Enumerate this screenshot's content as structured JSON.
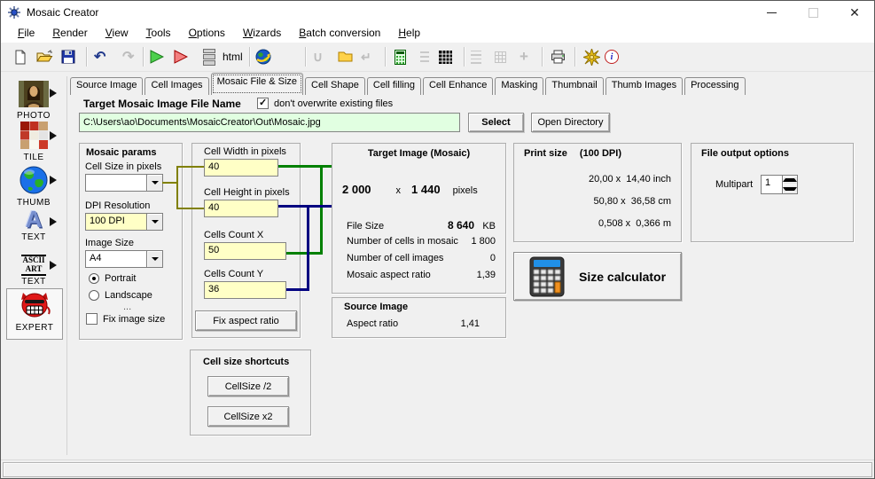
{
  "window": {
    "title": "Mosaic Creator"
  },
  "menu": {
    "items": [
      {
        "accel": "F",
        "rest": "ile"
      },
      {
        "accel": "R",
        "rest": "ender"
      },
      {
        "accel": "V",
        "rest": "iew"
      },
      {
        "accel": "T",
        "rest": "ools"
      },
      {
        "accel": "O",
        "rest": "ptions"
      },
      {
        "accel": "W",
        "rest": "izards"
      },
      {
        "accel": "B",
        "rest": "atch conversion"
      },
      {
        "accel": "H",
        "rest": "elp"
      }
    ]
  },
  "toolbar": {
    "icons": [
      "new",
      "open",
      "save",
      "undo",
      "redo",
      "render-preview",
      "render",
      "cell-stack",
      "html",
      "browser",
      "mosaic-grid",
      "curve-disabled",
      "folder",
      "return-disabled",
      "calculator",
      "list-disabled",
      "grid-black",
      "lines-disabled",
      "grid-disabled",
      "crosshair-disabled",
      "print",
      "settings",
      "about"
    ],
    "html_label": "html"
  },
  "tabs": {
    "items": [
      "Source Image",
      "Cell Images",
      "Mosaic File & Size",
      "Cell Shape",
      "Cell filling",
      "Cell Enhance",
      "Masking",
      "Thumbnail",
      "Thumb Images",
      "Processing"
    ],
    "active": "Mosaic File & Size"
  },
  "sidebar": {
    "items": [
      {
        "label": "PHOTO"
      },
      {
        "label": "TILE"
      },
      {
        "label": "THUMB"
      },
      {
        "label": "TEXT"
      },
      {
        "label": "TEXT",
        "icon_line1": "ASCII",
        "icon_line2": "ART"
      },
      {
        "label": "EXPERT"
      }
    ]
  },
  "file_section": {
    "label": "Target Mosaic Image File Name",
    "checkbox_label": "don't overwrite existing files",
    "checkbox_checked": true,
    "path": "C:\\Users\\ao\\Documents\\MosaicCreator\\Out\\Mosaic.jpg",
    "select_label": "Select",
    "open_directory_label": "Open Directory"
  },
  "mosaic_params": {
    "title": "Mosaic params",
    "cell_size_label": "Cell Size in pixels",
    "cell_size_value": "",
    "dpi_label": "DPI Resolution",
    "dpi_value": "100 DPI",
    "image_size_label": "Image Size",
    "image_size_value": "A4",
    "portrait_label": "Portrait",
    "landscape_label": "Landscape",
    "orientation_selected": "Portrait",
    "dots": "...",
    "fix_image_size_label": "Fix image size",
    "fix_image_size_checked": false
  },
  "cell_panel": {
    "cell_width_label": "Cell Width in pixels",
    "cell_width": "40",
    "cell_height_label": "Cell Height in pixels",
    "cell_height": "40",
    "cells_count_x_label": "Cells Count X",
    "cells_count_x": "50",
    "cells_count_y_label": "Cells Count Y",
    "cells_count_y": "36",
    "fix_aspect_label": "Fix aspect ratio"
  },
  "cell_shortcuts": {
    "title": "Cell size shortcuts",
    "half_label": "CellSize /2",
    "double_label": "CellSize x2"
  },
  "target_image": {
    "title": "Target Image (Mosaic)",
    "width": "2 000",
    "times": "x",
    "height": "1 440",
    "unit": "pixels",
    "rows": [
      {
        "label": "File Size",
        "value": "8 640",
        "unit": "KB"
      },
      {
        "label": "Number of cells in mosaic",
        "value": "1 800"
      },
      {
        "label": "Number of cell images",
        "value": "0"
      },
      {
        "label": "Mosaic aspect ratio",
        "value": "1,39"
      }
    ]
  },
  "source_image": {
    "title": "Source Image",
    "label": "Aspect ratio",
    "value": "1,41"
  },
  "print_size": {
    "title": "Print size",
    "dpi": "(100 DPI)",
    "lines": [
      "20,00 x  14,40 inch",
      "50,80 x  36,58 cm",
      "0,508 x  0,366 m"
    ]
  },
  "file_output": {
    "title": "File output options",
    "multipart_label": "Multipart",
    "multipart_value": "1"
  },
  "size_calculator": {
    "label": "Size calculator"
  },
  "colors": {
    "line_green": "#008000",
    "line_navy": "#000080",
    "line_olive": "#808000",
    "input_yellow": "#ffffc6",
    "input_green": "#e1ffe1"
  }
}
